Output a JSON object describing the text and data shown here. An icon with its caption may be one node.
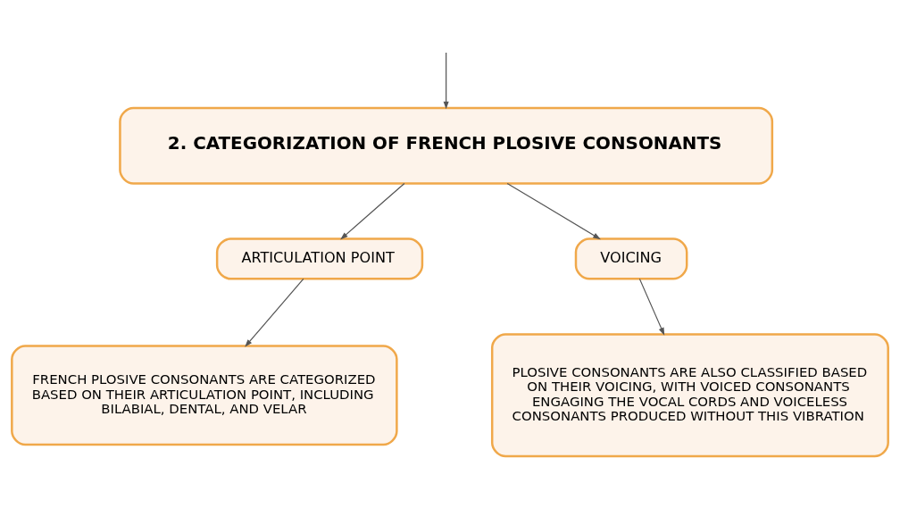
{
  "diagram": {
    "nodes": [
      {
        "text": [
          "2. CATEGORIZATION OF FRENCH PLOSIVE CONSONANTS"
        ]
      },
      {
        "text": [
          "ARTICULATION POINT"
        ]
      },
      {
        "text": [
          "VOICING"
        ]
      },
      {
        "text": [
          "FRENCH PLOSIVE CONSONANTS ARE CATEGORIZED BASED ON THEIR ARTICULATION POINT, INCLUDING BILABIAL, DENTAL, AND VELAR"
        ]
      },
      {
        "text": [
          "PLOSIVE CONSONANTS ARE ALSO CLASSIFIED BASED ON THEIR VOICING, WITH VOICED CONSONANTS ENGAGING THE VOCAL CORDS AND VOICELESS CONSONANTS PRODUCED WITHOUT THIS VIBRATION"
        ]
      }
    ],
    "edges": [
      {
        "from": null,
        "to": 0,
        "arrow": "to"
      },
      {
        "from": 0,
        "to": 1,
        "arrow": "to"
      },
      {
        "from": 0,
        "to": 2,
        "arrow": "to"
      },
      {
        "from": 1,
        "to": 3,
        "arrow": "to"
      },
      {
        "from": 2,
        "to": 4,
        "arrow": "to"
      }
    ]
  }
}
